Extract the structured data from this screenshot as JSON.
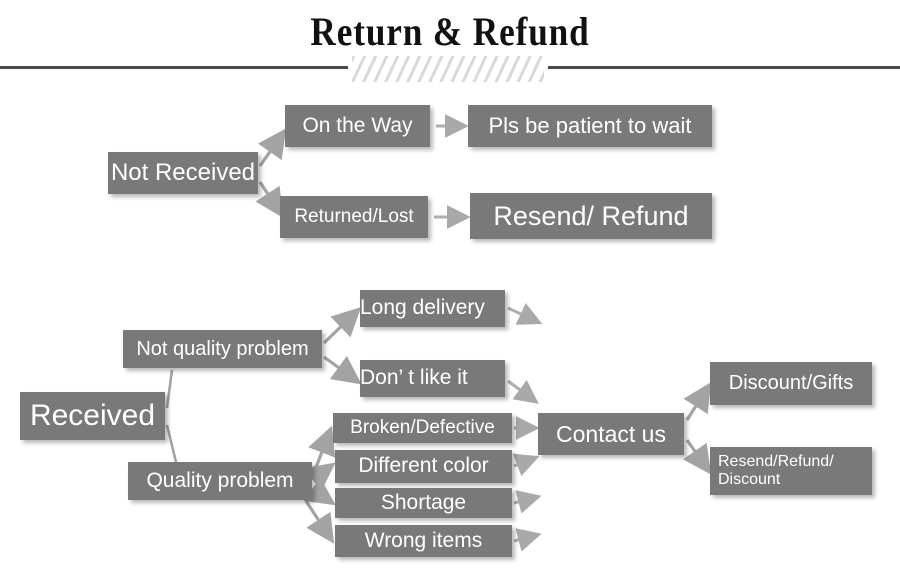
{
  "header": {
    "title": "Return & Refund",
    "divider_icon": "hatched-divider"
  },
  "colors": {
    "node_fill": "#797979",
    "node_text": "#ffffff",
    "arrow": "#a0a0a0",
    "rule": "#4a4a4a",
    "hatch": "#d9d9d9",
    "background": "#ffffff"
  },
  "flow": {
    "not_received": {
      "root": "Not Received",
      "branches": [
        {
          "condition": "On the Way",
          "outcome": "Pls be patient to wait"
        },
        {
          "condition": "Returned/Lost",
          "outcome": "Resend/ Refund"
        }
      ]
    },
    "received": {
      "root": "Received",
      "categories": [
        {
          "label": "Not quality problem",
          "reasons": [
            "Long delivery",
            "Don’  t like it"
          ]
        },
        {
          "label": "Quality problem",
          "reasons": [
            "Broken/Defective",
            "Different color",
            "Shortage",
            "Wrong items"
          ]
        }
      ],
      "hub": "Contact us",
      "resolutions": [
        "Discount/Gifts",
        "Resend/Refund/\nDiscount"
      ],
      "resolution_lines": {
        "resend_discount_line1": "Resend/Refund/",
        "resend_discount_line2": "Discount"
      }
    }
  }
}
